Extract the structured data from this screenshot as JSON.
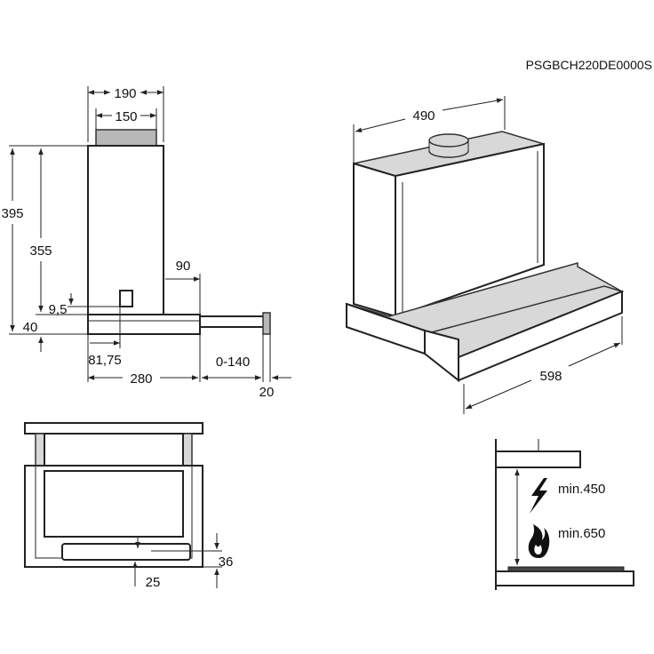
{
  "model_code": "PSGBCH220DE0000S",
  "side_view": {
    "dims": {
      "w190": "190",
      "w150": "150",
      "h395": "395",
      "h355": "355",
      "d90": "90",
      "d9_5": "9,5",
      "d40": "40",
      "d81_75": "81,75",
      "d280": "280",
      "d0_140": "0-140",
      "d20": "20"
    }
  },
  "iso_view": {
    "dims": {
      "w490": "490",
      "w598": "598"
    }
  },
  "front_view": {
    "dims": {
      "d36": "36",
      "d25": "25"
    }
  },
  "install_view": {
    "electric_min": "min.450",
    "gas_min": "min.650",
    "icons": [
      "lightning-icon",
      "flame-icon"
    ]
  }
}
